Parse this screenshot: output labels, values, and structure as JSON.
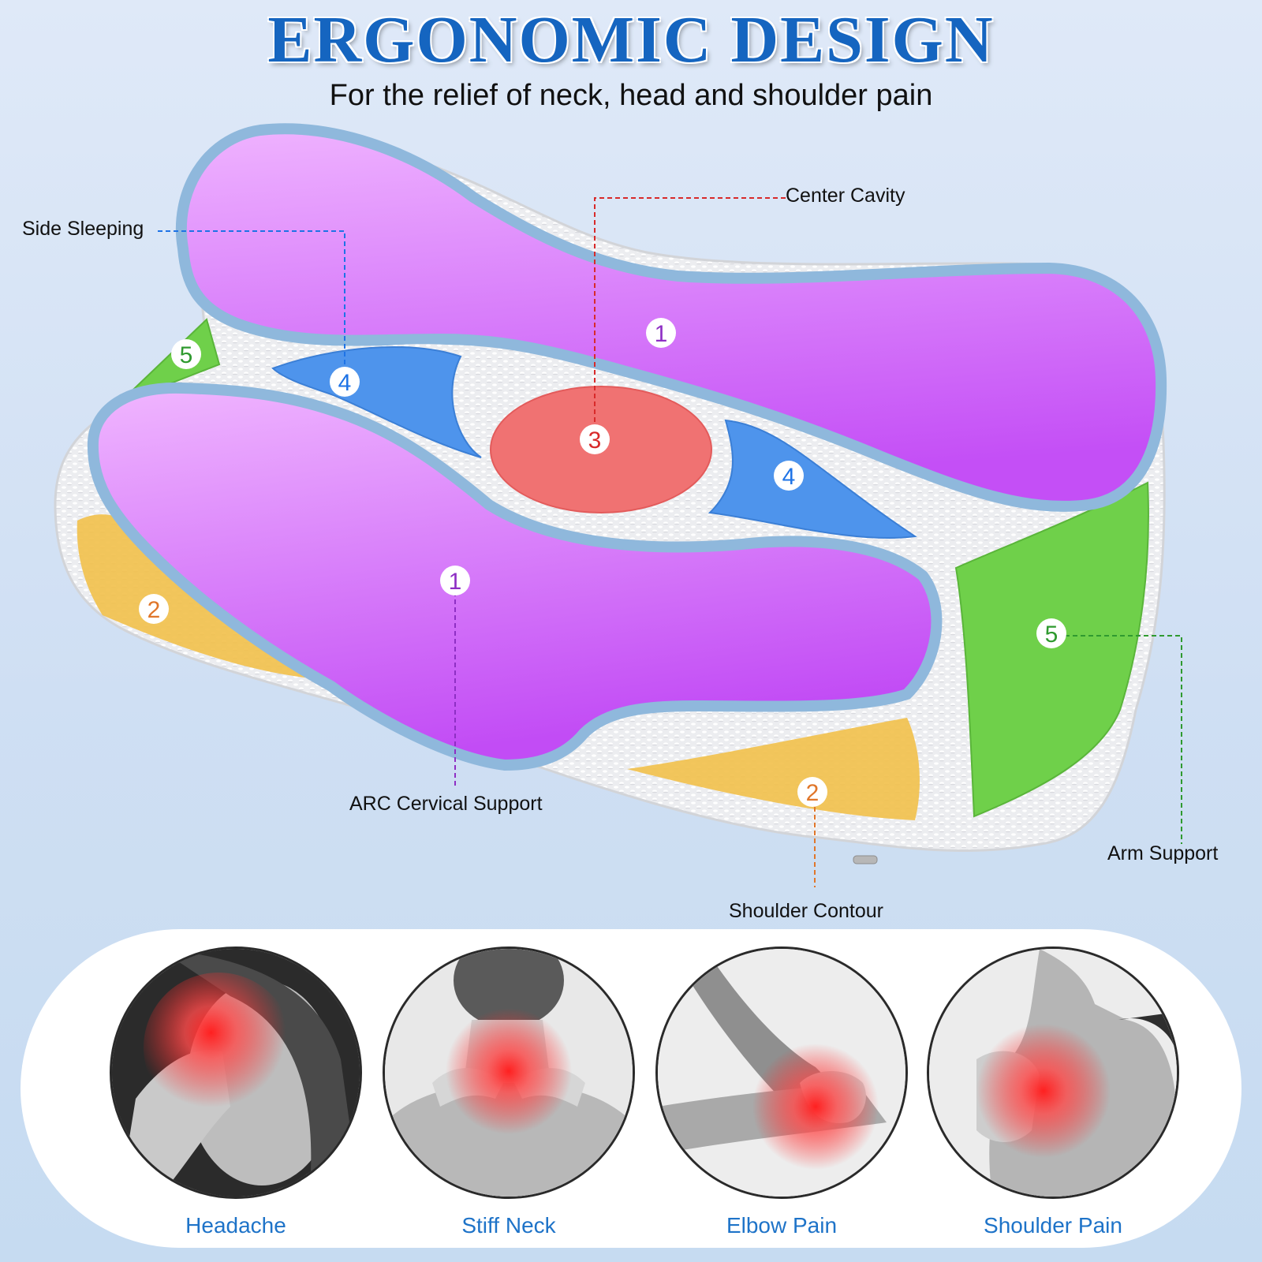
{
  "header": {
    "title": "ERGONOMIC DESIGN",
    "subtitle": "For the relief of neck, head and shoulder pain"
  },
  "callouts": {
    "center_cavity": "Center Cavity",
    "side_sleeping": "Side Sleeping",
    "arc_cervical_support": "ARC Cervical Support",
    "arm_support": "Arm Support",
    "shoulder_contour": "Shoulder Contour"
  },
  "zone_markers": {
    "cervical_back": "1",
    "cervical_front": "1",
    "shoulder_left": "2",
    "shoulder_right": "2",
    "center": "3",
    "side_left": "4",
    "side_right": "4",
    "arm_left": "5",
    "arm_right": "5"
  },
  "zone_colors": {
    "cervical": "#c95cf7",
    "shoulder": "#f2c04a",
    "center": "#f07272",
    "side": "#4e94ec",
    "arm": "#6fd04a",
    "edge": "#8fb8dc"
  },
  "pain_points": [
    {
      "label": "Headache",
      "icon": "headache-icon"
    },
    {
      "label": "Stiff Neck",
      "icon": "stiff-neck-icon"
    },
    {
      "label": "Elbow Pain",
      "icon": "elbow-pain-icon"
    },
    {
      "label": "Shoulder Pain",
      "icon": "shoulder-pain-icon"
    }
  ],
  "colors": {
    "title": "#1565c0",
    "label": "#1e73c8",
    "pain_glow": "#ff2020"
  }
}
